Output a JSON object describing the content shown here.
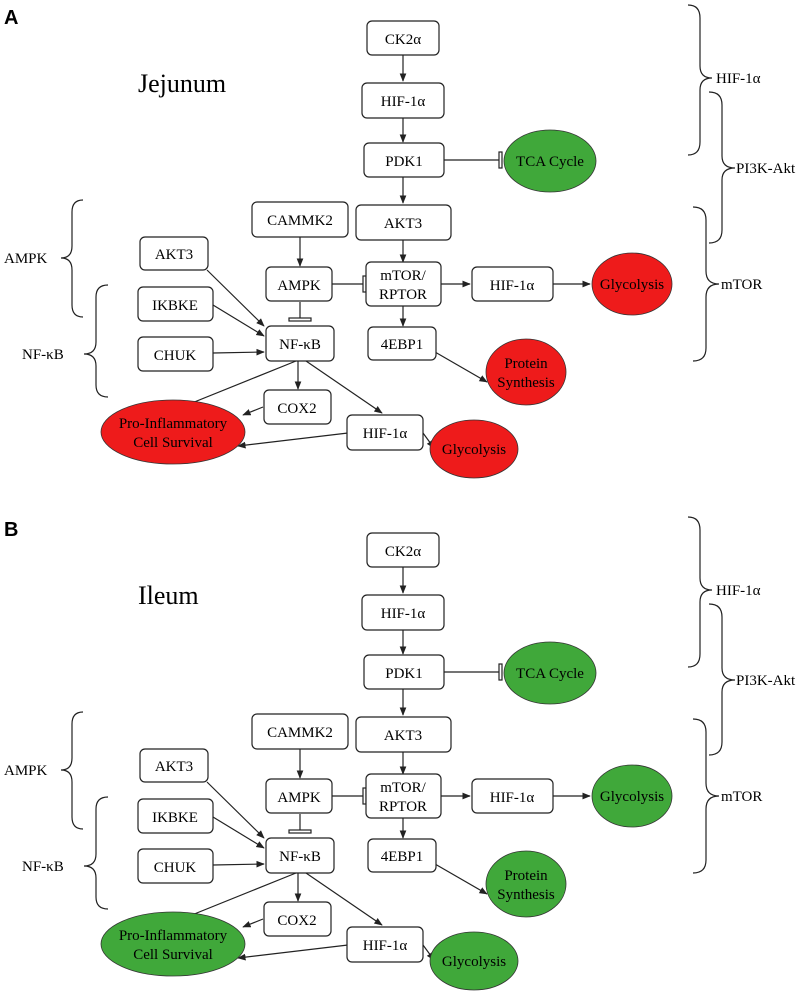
{
  "panels": [
    {
      "letter": "A",
      "title": "Jejunum",
      "colors": {
        "up": "#ee1b1b",
        "down": "#40a83a"
      },
      "nodes": {
        "ck2a": "CK2α",
        "hif1": "HIF-1α",
        "pdk1": "PDK1",
        "akt3top": "AKT3",
        "cammk2": "CAMMK2",
        "ampk": "AMPK",
        "mtor1": "mTOR/",
        "mtor2": "RPTOR",
        "hif2": "HIF-1α",
        "ebp1": "4EBP1",
        "akt3left": "AKT3",
        "ikbke": "IKBKE",
        "chuk": "CHUK",
        "nfkb": "NF-κB",
        "cox2": "COX2",
        "hif3": "HIF-1α"
      },
      "ovals": {
        "tca": {
          "label": "TCA Cycle",
          "state": "down"
        },
        "gly1": {
          "label": "Glycolysis",
          "state": "up"
        },
        "prot1": {
          "label": "Protein",
          "state": "up"
        },
        "prot2": {
          "label": "Synthesis",
          "state": "up"
        },
        "pro1": {
          "label": "Pro-Inflammatory",
          "state": "up"
        },
        "pro2": {
          "label": "Cell Survival",
          "state": "up"
        },
        "gly2": {
          "label": "Glycolysis",
          "state": "up"
        }
      },
      "brackets": {
        "hif": "HIF-1α",
        "pi3k": "PI3K-Akt",
        "mtor": "mTOR",
        "ampk": "AMPK",
        "nfkb": "NF-κB"
      }
    },
    {
      "letter": "B",
      "title": "Ileum",
      "colors": {
        "up": "#ee1b1b",
        "down": "#40a83a"
      },
      "nodes": {
        "ck2a": "CK2α",
        "hif1": "HIF-1α",
        "pdk1": "PDK1",
        "akt3top": "AKT3",
        "cammk2": "CAMMK2",
        "ampk": "AMPK",
        "mtor1": "mTOR/",
        "mtor2": "RPTOR",
        "hif2": "HIF-1α",
        "ebp1": "4EBP1",
        "akt3left": "AKT3",
        "ikbke": "IKBKE",
        "chuk": "CHUK",
        "nfkb": "NF-κB",
        "cox2": "COX2",
        "hif3": "HIF-1α"
      },
      "ovals": {
        "tca": {
          "label": "TCA Cycle",
          "state": "down"
        },
        "gly1": {
          "label": "Glycolysis",
          "state": "down"
        },
        "prot1": {
          "label": "Protein",
          "state": "down"
        },
        "prot2": {
          "label": "Synthesis",
          "state": "down"
        },
        "pro1": {
          "label": "Pro-Inflammatory",
          "state": "down"
        },
        "pro2": {
          "label": "Cell Survival",
          "state": "down"
        },
        "gly2": {
          "label": "Glycolysis",
          "state": "down"
        }
      },
      "brackets": {
        "hif": "HIF-1α",
        "pi3k": "PI3K-Akt",
        "mtor": "mTOR",
        "ampk": "AMPK",
        "nfkb": "NF-κB"
      }
    }
  ]
}
